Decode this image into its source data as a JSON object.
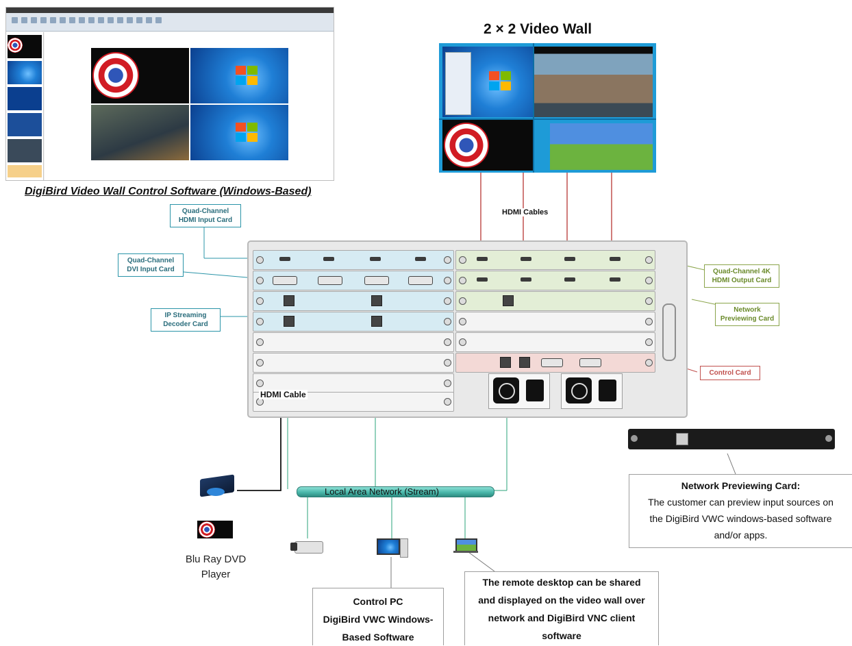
{
  "wall_title": "2 × 2 Video Wall",
  "software_caption": "DigiBird Video Wall Control Software (Windows-Based)",
  "cables": {
    "hdmi_cables": "HDMI Cables",
    "hdmi_cable": "HDMI Cable"
  },
  "card_labels": {
    "hdmi_input": [
      "Quad-Channel",
      "HDMI Input Card"
    ],
    "dvi_input": [
      "Quad-Channel",
      "DVI Input Card"
    ],
    "ip_decoder": [
      "IP Streaming",
      "Decoder Card"
    ],
    "hdmi_output": [
      "Quad-Channel 4K",
      "HDMI Output Card"
    ],
    "network_preview": [
      "Network",
      "Previewing Card"
    ],
    "control": "Control Card"
  },
  "network": {
    "lan": "Local Area Network (Stream)"
  },
  "bluray": {
    "label": [
      "Blu Ray DVD",
      "Player"
    ]
  },
  "control_pc": {
    "lines": [
      "Control PC",
      "DigiBird VWC Windows-",
      "Based Software"
    ]
  },
  "remote_desktop": {
    "lines": [
      "The remote desktop can be shared",
      "and displayed on the video wall over",
      "network and DigiBird VNC client",
      "software"
    ]
  },
  "preview_note": {
    "title": "Network Previewing Card:",
    "lines": [
      "The customer can preview input sources on",
      "the DigiBird VWC windows-based software",
      "and/or apps."
    ]
  },
  "colors": {
    "input_card": "#d6ebf3",
    "output_card": "#e3eed6",
    "control_card": "#f3d9d6",
    "wall_border": "#1e9bd7",
    "cable_line": "#c0504d",
    "network_line": "#2aa37a"
  }
}
